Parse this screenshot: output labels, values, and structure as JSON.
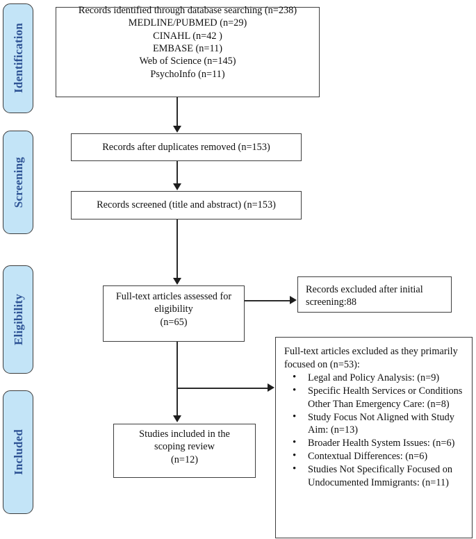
{
  "diagram": {
    "title": "PRISMA flow diagram",
    "accent_fill": "#C3E4F7",
    "accent_text": "#2E5395",
    "line_color": "#2a2a2a",
    "box_border": "#3d3d3d"
  },
  "stages": [
    {
      "label": "Identification"
    },
    {
      "label": "Screening"
    },
    {
      "label": "Eligibility"
    },
    {
      "label": "Included"
    }
  ],
  "boxes": {
    "identified": {
      "lines": [
        "Records identified through database searching  (n=238)",
        "MEDLINE/PUBMED  (n=29)",
        "CINAHL (n=42 )",
        "EMBASE (n=11)",
        "Web of Science (n=145)",
        "PsychoInfo (n=11)"
      ]
    },
    "duplicates_removed": {
      "lines": [
        "Records after duplicates removed (n=153)"
      ]
    },
    "screened": {
      "lines": [
        "Records screened (title and abstract) (n=153)"
      ]
    },
    "fulltext_assessed": {
      "lines": [
        "Full-text articles assessed for",
        "eligibility",
        "(n=65)"
      ]
    },
    "records_excluded": {
      "lines": [
        "Records excluded after initial",
        "screening:88"
      ]
    },
    "included": {
      "lines": [
        "Studies included in the",
        "scoping review",
        "(n=12)"
      ]
    }
  },
  "exclusion_list": {
    "intro_line1": "Full-text articles excluded as they primarily",
    "intro_line2": "focused on (n=53):",
    "items": [
      "Legal and Policy Analysis: (n=9)",
      "Specific Health Services or Conditions Other Than Emergency Care: (n=8)",
      "Study Focus Not Aligned with Study Aim: (n=13)",
      "Broader Health System Issues: (n=6)",
      "Contextual Differences: (n=6)",
      "Studies Not Specifically Focused on Undocumented Immigrants: (n=11)"
    ]
  }
}
